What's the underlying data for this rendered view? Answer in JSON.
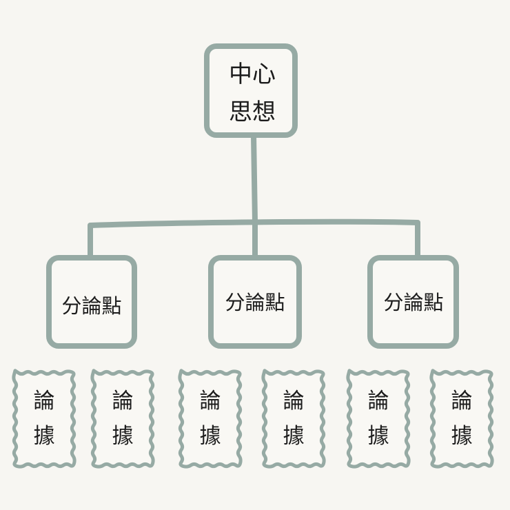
{
  "diagram": {
    "root": {
      "line1": "中心",
      "line2": "思想"
    },
    "branches": [
      {
        "label": "分論點",
        "evidence": [
          {
            "line1": "論",
            "line2": "據"
          },
          {
            "line1": "論",
            "line2": "據"
          }
        ]
      },
      {
        "label": "分論點",
        "evidence": [
          {
            "line1": "論",
            "line2": "據"
          },
          {
            "line1": "論",
            "line2": "據"
          }
        ]
      },
      {
        "label": "分論點",
        "evidence": [
          {
            "line1": "論",
            "line2": "據"
          },
          {
            "line1": "論",
            "line2": "據"
          }
        ]
      }
    ]
  },
  "colors": {
    "background": "#f7f6f2",
    "stroke": "#96aaa4",
    "box_fill": "#f9f8f4",
    "text": "#1c1c1c"
  }
}
